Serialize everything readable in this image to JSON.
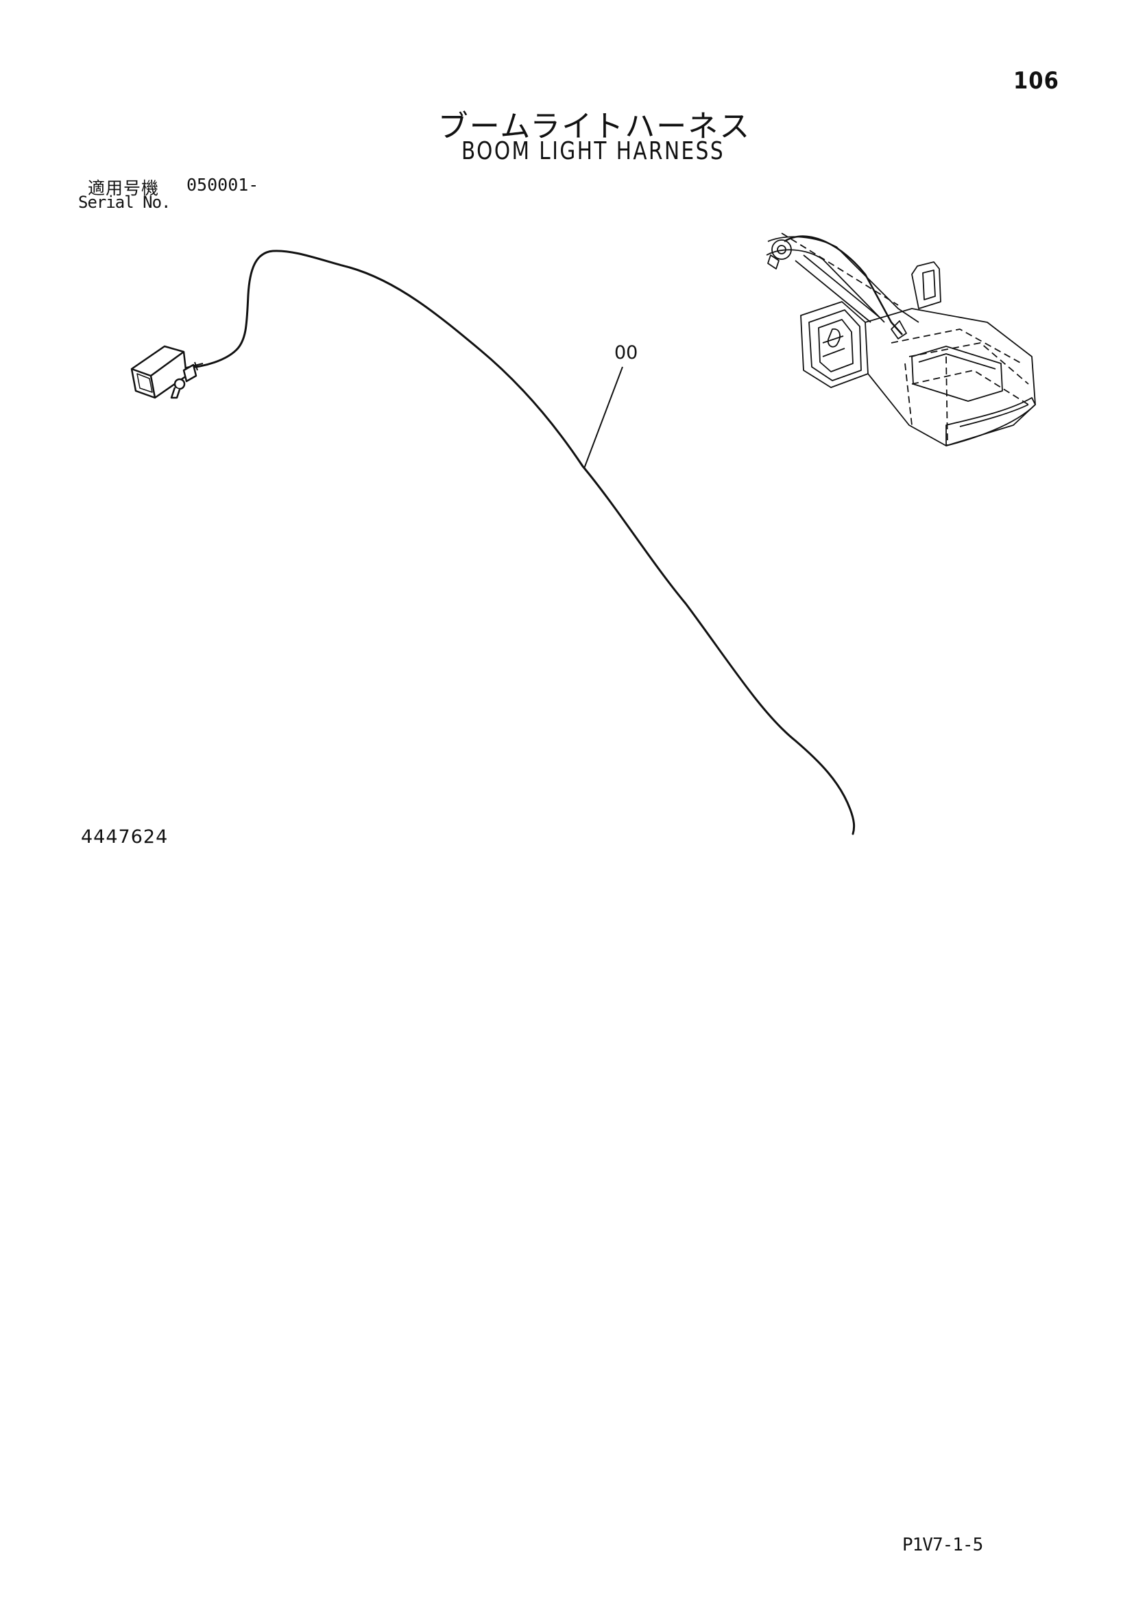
{
  "page": {
    "number": "106",
    "title_jp": "ブームライトハーネス",
    "title_en": "BOOM LIGHT HARNESS",
    "serial_label_jp": "適用号機",
    "serial_value": "050001-",
    "serial_label_en": "Serial No.",
    "part_callout": "00",
    "drawing_number": "4447624",
    "footer_code": "P1V7-1-5"
  },
  "colors": {
    "ink": "#111111",
    "paper": "#ffffff"
  },
  "drawing": {
    "items": [
      "harness-cable",
      "boom-light-lamp",
      "excavator-location-view"
    ]
  }
}
